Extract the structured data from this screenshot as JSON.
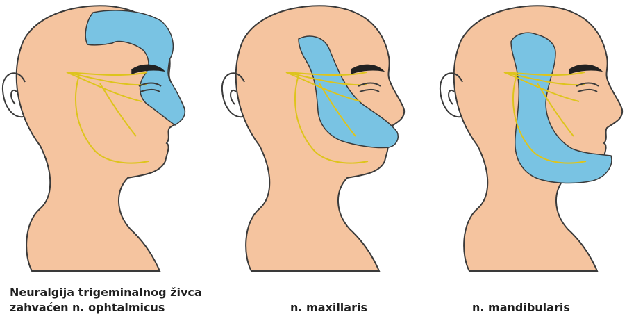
{
  "captions": {
    "ophthalmic_line1": "Neuralgija trigeminalnog živca",
    "ophthalmic_line2": "zahvaćen n. ophtalmicus",
    "maxillary": "n. maxillaris",
    "mandibular": "n. mandibularis"
  },
  "colors": {
    "skin": "#f5c49f",
    "affected_area": "#79c3e3",
    "nerve": "#ddc41c",
    "outline": "#3a3a3a",
    "brow": "#222222"
  }
}
